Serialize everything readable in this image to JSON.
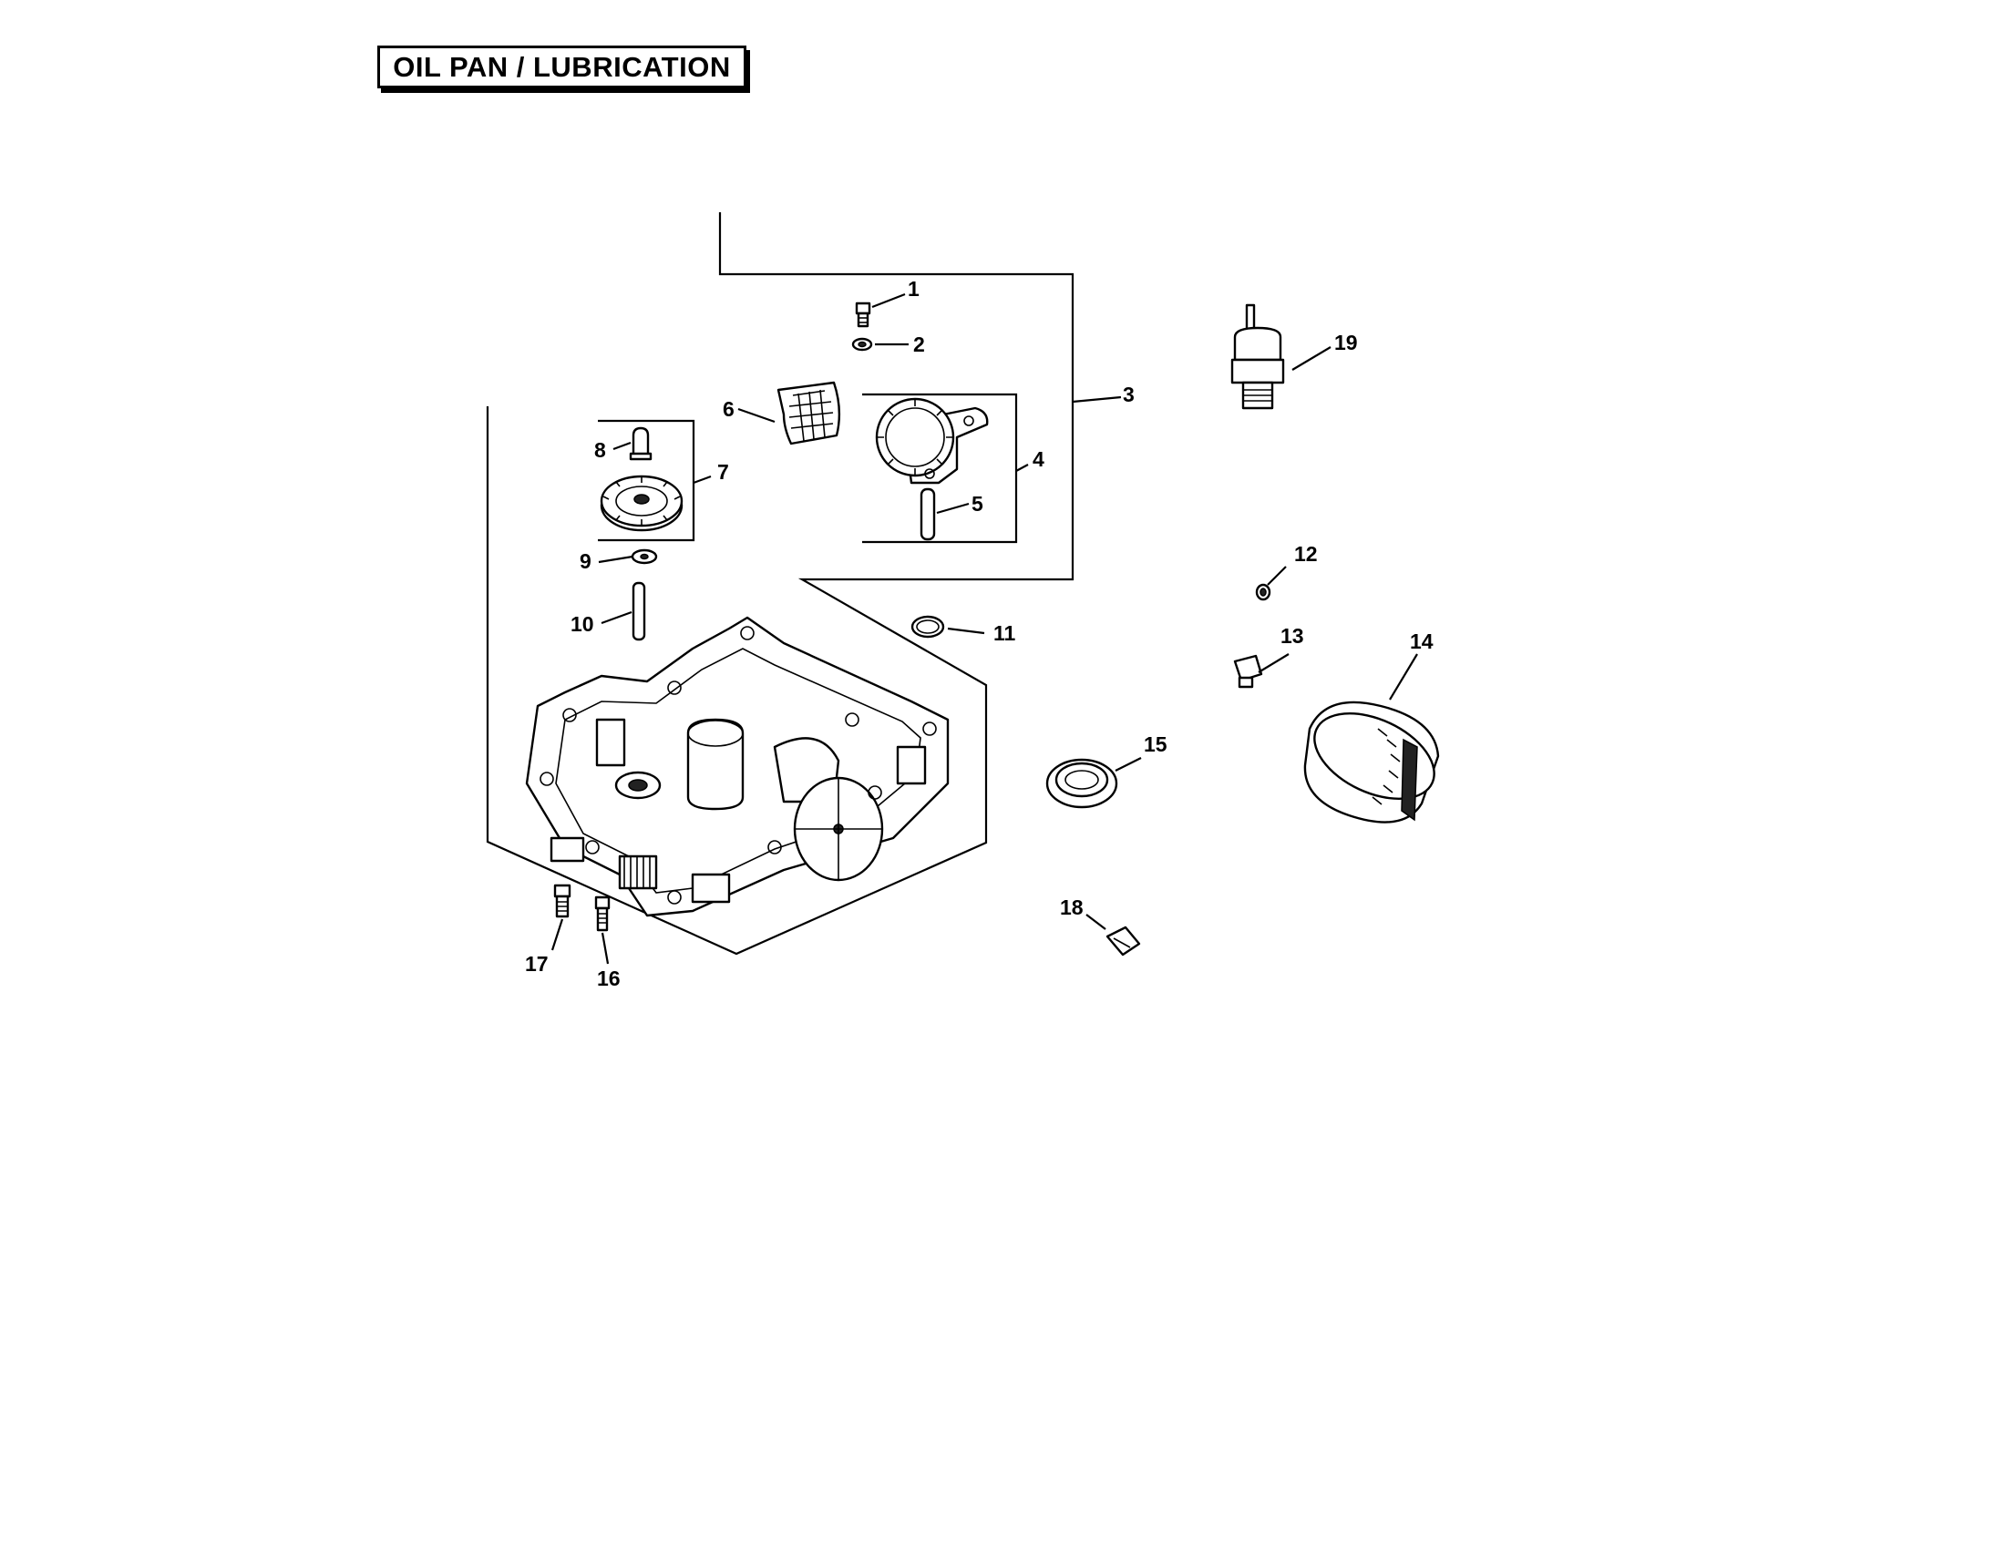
{
  "title": "OIL PAN / LUBRICATION",
  "labels": [
    "1",
    "2",
    "3",
    "4",
    "5",
    "6",
    "7",
    "8",
    "9",
    "10",
    "11",
    "12",
    "13",
    "14",
    "15",
    "16",
    "17",
    "18",
    "19"
  ]
}
